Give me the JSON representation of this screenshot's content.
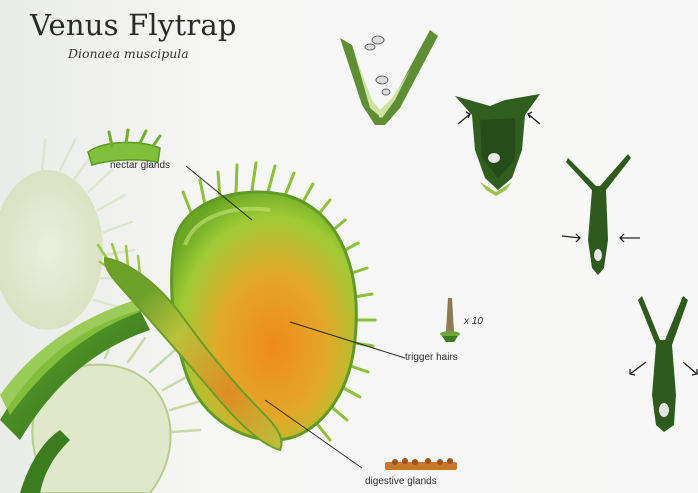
{
  "diagram": {
    "title": "Venus Flytrap",
    "subtitle": "Dionaea muscipula",
    "labels": {
      "nectar_glands": "nectar glands",
      "trigger_hairs": "trigger hairs",
      "digestive_glands": "digestive glands",
      "hair_scale": "x 10"
    }
  },
  "colors": {
    "leaf_green": "#7fbf2a",
    "leaf_dark": "#2f6b1a",
    "inner_orange": "#e48a1c",
    "stage_dark": "#23451a",
    "background": "#f5f5f5"
  }
}
